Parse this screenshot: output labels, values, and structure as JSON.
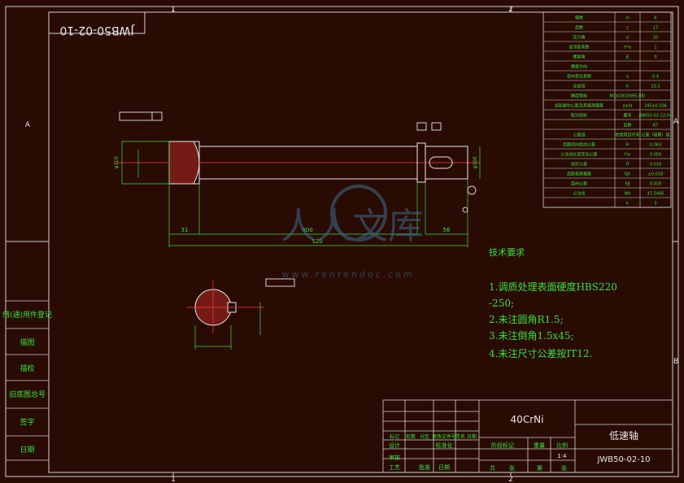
{
  "drawing_code_mirrored": "JWB50-02-10",
  "border_marks": {
    "top1": "1",
    "top2": "2",
    "left_a": "A",
    "right_a": "A",
    "right_b": "B",
    "bottom1": "1",
    "bottom2": "2"
  },
  "params_table": [
    [
      "模数",
      "m",
      "6"
    ],
    [
      "齿数",
      "z",
      "17"
    ],
    [
      "压力角",
      "α",
      "20"
    ],
    [
      "齿顶高系数",
      "h*a",
      "1"
    ],
    [
      "螺旋角",
      "β",
      "0"
    ],
    [
      "螺旋方向",
      "",
      ""
    ],
    [
      "径向变位系数",
      "x",
      "0.4"
    ],
    [
      "全齿高",
      "h",
      "13.5"
    ],
    [
      "精度等级",
      "8GJ(GB10095-88)",
      ""
    ],
    [
      "齿轮副中心距及其极限偏差",
      "a±fa",
      "245±0.036"
    ],
    [
      "配对齿轮",
      "图号",
      "JWB50-02-12-04"
    ],
    [
      "",
      "齿数",
      "67"
    ],
    [
      "公差组",
      "检验项目代号",
      "公差（极限）值"
    ],
    [
      "齿圈径向跳动公差",
      "Fr",
      "0.063"
    ],
    [
      "公法线长度变动公差",
      "Fw",
      "0.050"
    ],
    [
      "齿形公差",
      "ff",
      "0.016"
    ],
    [
      "齿距极限偏差",
      "fpt",
      "±0.018"
    ],
    [
      "齿向公差",
      "Fβ",
      "0.018"
    ],
    [
      "公法线",
      "Wk",
      "47.5466"
    ],
    [
      "",
      "k",
      "3"
    ]
  ],
  "tech_req": {
    "title": "技术要求",
    "lines": [
      "1.调质处理表面硬度HBS220",
      "-250;",
      "2.未注圆角R1.5;",
      "3.未注倒角1.5x45;",
      "4.未注尺寸公差按IT12."
    ]
  },
  "title_block": {
    "material": "40CrNi",
    "part_name": "低速轴",
    "drawing_no": "JWB50-02-10",
    "scale": "1:4",
    "scale_label": "比例",
    "weight_label": "重量",
    "stage_label": "阶段标记",
    "sheet_total": "共",
    "sheet_no": "第",
    "sheet_label": "张",
    "revision_headers": [
      "标记",
      "处数",
      "分区",
      "更改文件号",
      "签名",
      "日期"
    ],
    "design": "设计",
    "standardize": "标准化",
    "check": "审核",
    "process": "工艺",
    "approve": "批准",
    "date": "日期"
  },
  "side_labels": [
    "借(通)用件登记",
    "描图",
    "描校",
    "旧底图总号",
    "签字",
    "日期"
  ],
  "dimensions": {
    "total_length": "520",
    "mid_length": "400",
    "left_len": "31",
    "key_len": "56",
    "shaft_dia": "φ110",
    "end_dia": "φ100"
  },
  "watermark": {
    "text": "人人文库",
    "url": "www.renrendoc.com"
  }
}
